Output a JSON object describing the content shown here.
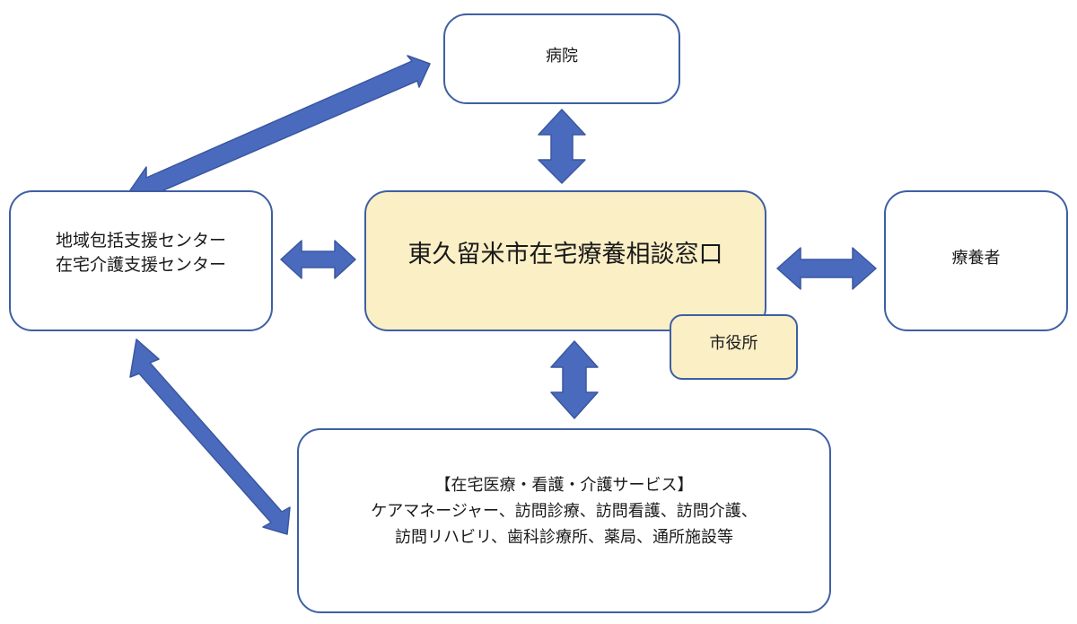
{
  "nodes": {
    "hospital": "病院",
    "regional_center": [
      "地域包括支援センター",
      "在宅介護支援センター"
    ],
    "consultation_window": "東久留米市在宅療養相談窓口",
    "city_office": "市役所",
    "patient": "療養者",
    "services": [
      "【在宅医療・看護・介護サービス】",
      "ケアマネージャー、訪問診療、訪問看護、訪問介護、",
      "訪問リハビリ、歯科診療所、薬局、通所施設等"
    ]
  },
  "colors": {
    "arrow_fill": "#4a6bbd",
    "arrow_stroke": "#3a56a0",
    "box_border": "#3e5fa3",
    "center_fill": "#fbefc6"
  }
}
